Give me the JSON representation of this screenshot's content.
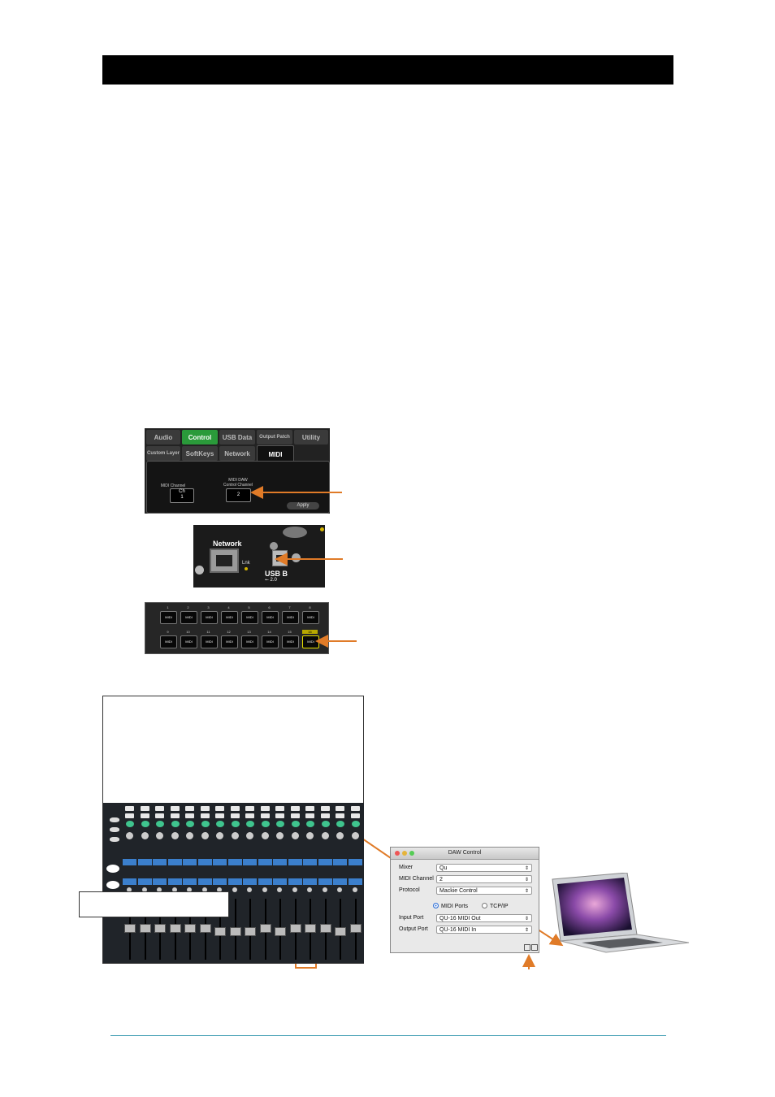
{
  "header_bar": {
    "text": ""
  },
  "midi_settings": {
    "tabs_top": [
      "Audio",
      "Control",
      "USB Data",
      "Output Patch",
      "Utility"
    ],
    "tabs_bottom": [
      "Custom Layer",
      "SoftKeys",
      "Network",
      "MIDI"
    ],
    "midi_channel_label": "MIDI Channel",
    "midi_channel_value_top": "Ch",
    "midi_channel_value": "1",
    "daw_label_line1": "MIDI DAW",
    "daw_label_line2": "Control Channel",
    "daw_value": "2",
    "apply_label": "Apply"
  },
  "rear_panel": {
    "network_label": "Network",
    "lnk_label": "Lnk",
    "usb_label": "USB B",
    "usb_version": "2.0"
  },
  "midi_grid": {
    "row1_numbers": [
      "1",
      "2",
      "3",
      "4",
      "5",
      "6",
      "7",
      "8"
    ],
    "row2_numbers": [
      "9",
      "10",
      "11",
      "12",
      "13",
      "14",
      "15",
      "16"
    ],
    "cell_label": "MIDI",
    "selected": "16"
  },
  "caption": {
    "text": ""
  },
  "daw_control": {
    "title": "DAW Control",
    "mixer_label": "Mixer",
    "mixer_value": "Qu",
    "midi_channel_label": "MIDI Channel",
    "midi_channel_value": "2",
    "protocol_label": "Protocol",
    "protocol_value": "Mackie Control",
    "radio_midi_ports": "MIDI Ports",
    "radio_tcpip": "TCP/IP",
    "input_port_label": "Input Port",
    "input_port_value": "QU-16 MIDI Out",
    "output_port_label": "Output Port",
    "output_port_value": "QU-16 MIDI In"
  },
  "colors": {
    "accent": "#e07b28",
    "footer_line": "#3a9bb0"
  }
}
